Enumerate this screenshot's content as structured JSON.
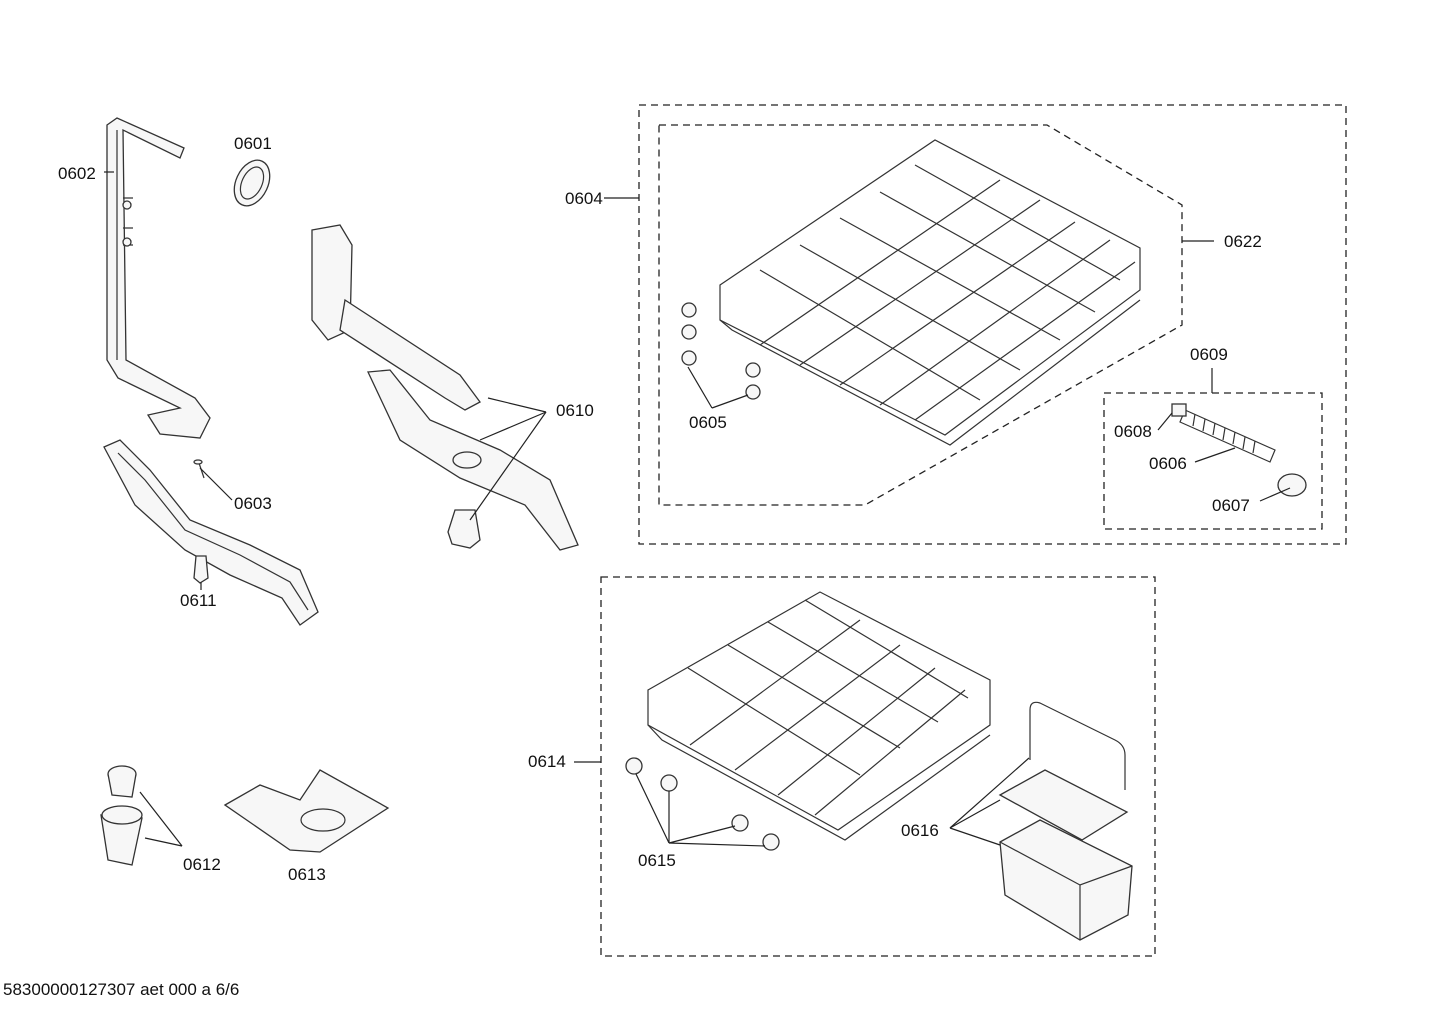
{
  "diagram": {
    "labels": {
      "l0601": "0601",
      "l0602": "0602",
      "l0603": "0603",
      "l0604": "0604",
      "l0605": "0605",
      "l0606": "0606",
      "l0607": "0607",
      "l0608": "0608",
      "l0609": "0609",
      "l0610": "0610",
      "l0611": "0611",
      "l0612": "0612",
      "l0613": "0613",
      "l0614": "0614",
      "l0615": "0615",
      "l0616": "0616",
      "l0622": "0622"
    },
    "footer": "58300000127307 aet 000 a 6/6",
    "colors": {
      "line": "#222222",
      "part_fill": "#f7f7f7",
      "background": "#ffffff"
    }
  }
}
